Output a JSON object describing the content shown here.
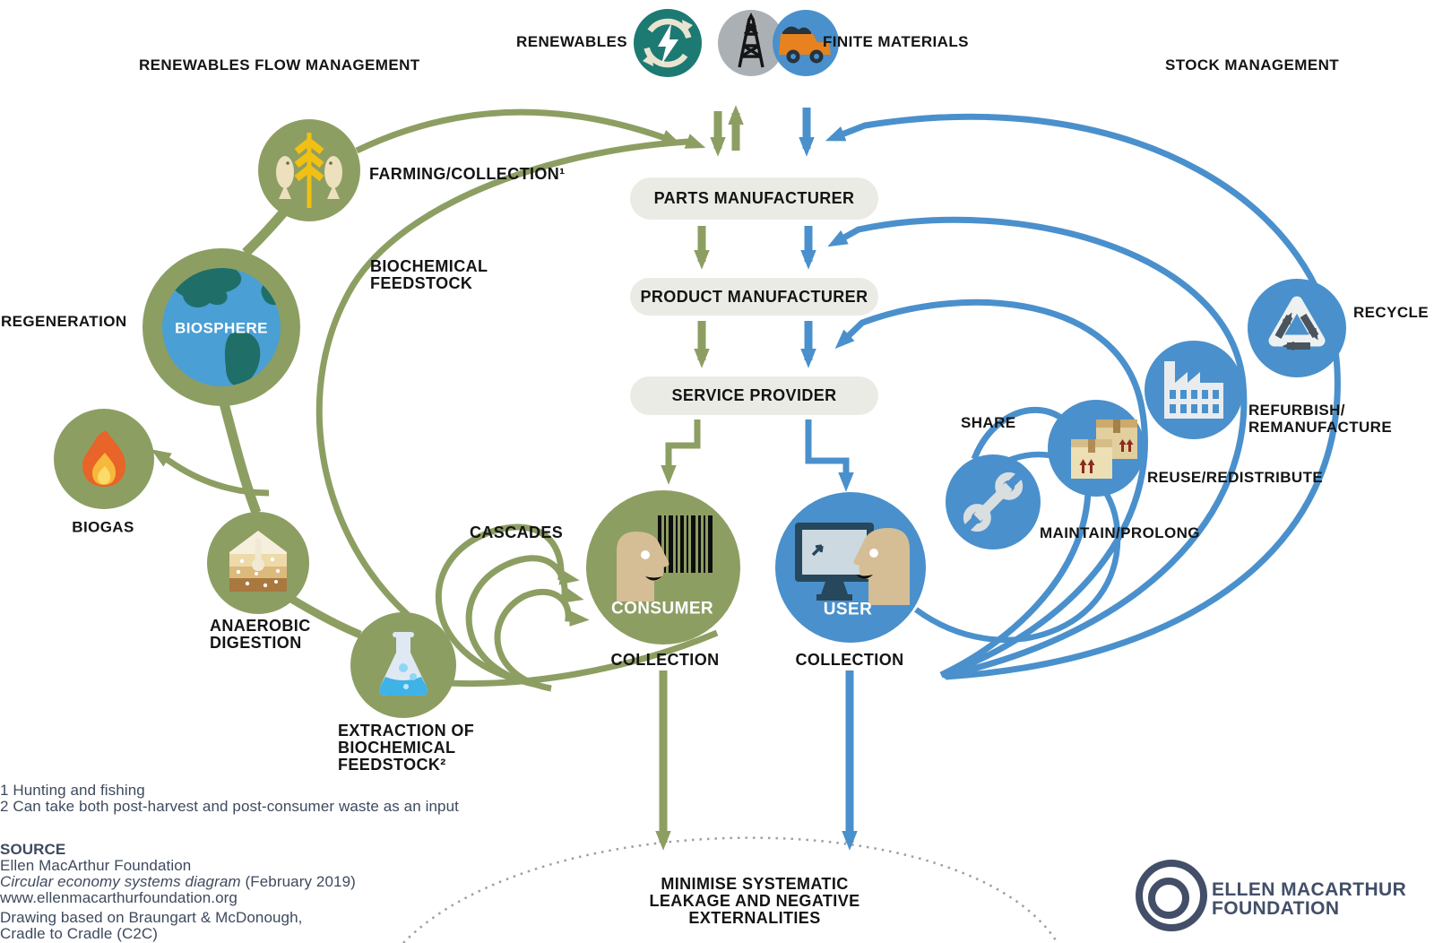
{
  "top": {
    "renewables_label": "RENEWABLES",
    "finite_materials_label": "FINITE MATERIALS",
    "renewables_flow_management": "RENEWABLES FLOW MANAGEMENT",
    "stock_management": "STOCK MANAGEMENT"
  },
  "chain": {
    "parts_manufacturer": "PARTS MANUFACTURER",
    "product_manufacturer": "PRODUCT MANUFACTURER",
    "service_provider": "SERVICE PROVIDER"
  },
  "left_cycle": {
    "farming_collection": "FARMING/COLLECTION¹",
    "biochemical_feedstock": "BIOCHEMICAL\nFEEDSTOCK",
    "regeneration": "REGENERATION",
    "biosphere": "BIOSPHERE",
    "biogas": "BIOGAS",
    "anaerobic_digestion": "ANAEROBIC\nDIGESTION",
    "extraction": "EXTRACTION OF\nBIOCHEMICAL\nFEEDSTOCK²",
    "cascades": "CASCADES",
    "consumer": "CONSUMER",
    "collection_label": "COLLECTION"
  },
  "right_cycle": {
    "user": "USER",
    "collection_label": "COLLECTION",
    "share": "SHARE",
    "maintain_prolong": "MAINTAIN/PROLONG",
    "reuse_redistribute": "REUSE/REDISTRIBUTE",
    "refurbish_remanufacture": "REFURBISH/\nREMANUFACTURE",
    "recycle": "RECYCLE"
  },
  "bottom": {
    "minimise": "MINIMISE SYSTEMATIC\nLEAKAGE AND NEGATIVE\nEXTERNALITIES",
    "footnote1": "1 Hunting and fishing",
    "footnote2": "2 Can take both post-harvest and post-consumer waste as an input",
    "source_heading": "SOURCE",
    "source_org": "Ellen MacArthur Foundation",
    "source_title_italic": "Circular economy systems diagram",
    "source_title_date": " (February 2019)",
    "source_url": "www.ellenmacarthurfoundation.org",
    "source_credit1": "Drawing based on Braungart & McDonough,",
    "source_credit2": "Cradle to Cradle (C2C)"
  },
  "logo": {
    "line1": "ELLEN MACARTHUR",
    "line2": "FOUNDATION"
  },
  "colors": {
    "green": "#8d9e62",
    "blue": "#4a90cc",
    "teal_renewables": "#1d7a73",
    "gray_circle": "#abb0b5",
    "pill_gray": "#ebebe6",
    "truck_orange": "#e8821e",
    "flame_orange": "#e86428",
    "wheat_yellow": "#f0c014",
    "earth_water": "#4a9fd4",
    "earth_land": "#1f6f68",
    "face_tan": "#d5bd95",
    "note_navy": "#3e4a5e",
    "logo_navy": "#434f68"
  }
}
